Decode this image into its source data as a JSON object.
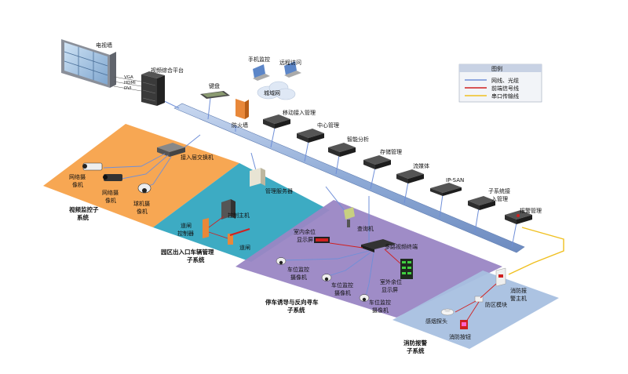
{
  "legend": {
    "title": "图例",
    "items": [
      {
        "label": "网线、光缆",
        "color": "#6f8fd8"
      },
      {
        "label": "前端信号线",
        "color": "#d02020"
      },
      {
        "label": "串口传输线",
        "color": "#f0c020"
      }
    ]
  },
  "colors": {
    "orange_zone": "#f7a24a",
    "teal_zone": "#33a7c0",
    "purple_zone": "#9a86c4",
    "blue_zone": "#a8c0e0",
    "backbone": "#9cb6de",
    "device": "#3a3a3a"
  },
  "labels": {
    "tv_wall": "电视墙",
    "video_platform": "视频综合平台",
    "vga": "VGA",
    "hdmi": "HDMI",
    "dvi": "DVI",
    "mobile_monitor": "手机监控",
    "remote_access": "远程访问",
    "wan": "城域网",
    "keyboard": "键盘",
    "firewall": "防火墙",
    "mobile_access": "移动接入管理",
    "center_mgmt": "中心管理",
    "smart_analysis": "智能分析",
    "storage_mgmt": "存储管理",
    "streaming": "流媒体",
    "ipsan": "IP-SAN",
    "subsystem_access": "子系统接入管理",
    "alarm_mgmt": "报警管理",
    "access_switch": "接入层交换机",
    "net_camera_1": "网络摄像机",
    "net_camera_2": "网络摄像机",
    "dome_camera": "球机摄像机",
    "video_subsystem": "视频监控子系统",
    "mgmt_server": "管理服务器",
    "control_host": "控制主机",
    "gate_controller": "道闸控制器",
    "gate": "道闸",
    "parking_subsystem": "园区出入口车辆管理子系统",
    "query_machine": "查询机",
    "indoor_display": "室内余位显示屏",
    "multi_video_terminal": "多路视频终端",
    "spot_camera_1": "车位监控摄像机",
    "spot_camera_2": "车位监控摄像机",
    "spot_camera_3": "车位监控摄像机",
    "outdoor_display": "室外余位显示屏",
    "guidance_subsystem": "停车诱导与反向寻车子系统",
    "fire_host": "消防报警主机",
    "zone_module": "防区模块",
    "smoke_detector": "感烟探头",
    "fire_button": "消防按钮",
    "fire_subsystem": "消防报警子系统"
  }
}
